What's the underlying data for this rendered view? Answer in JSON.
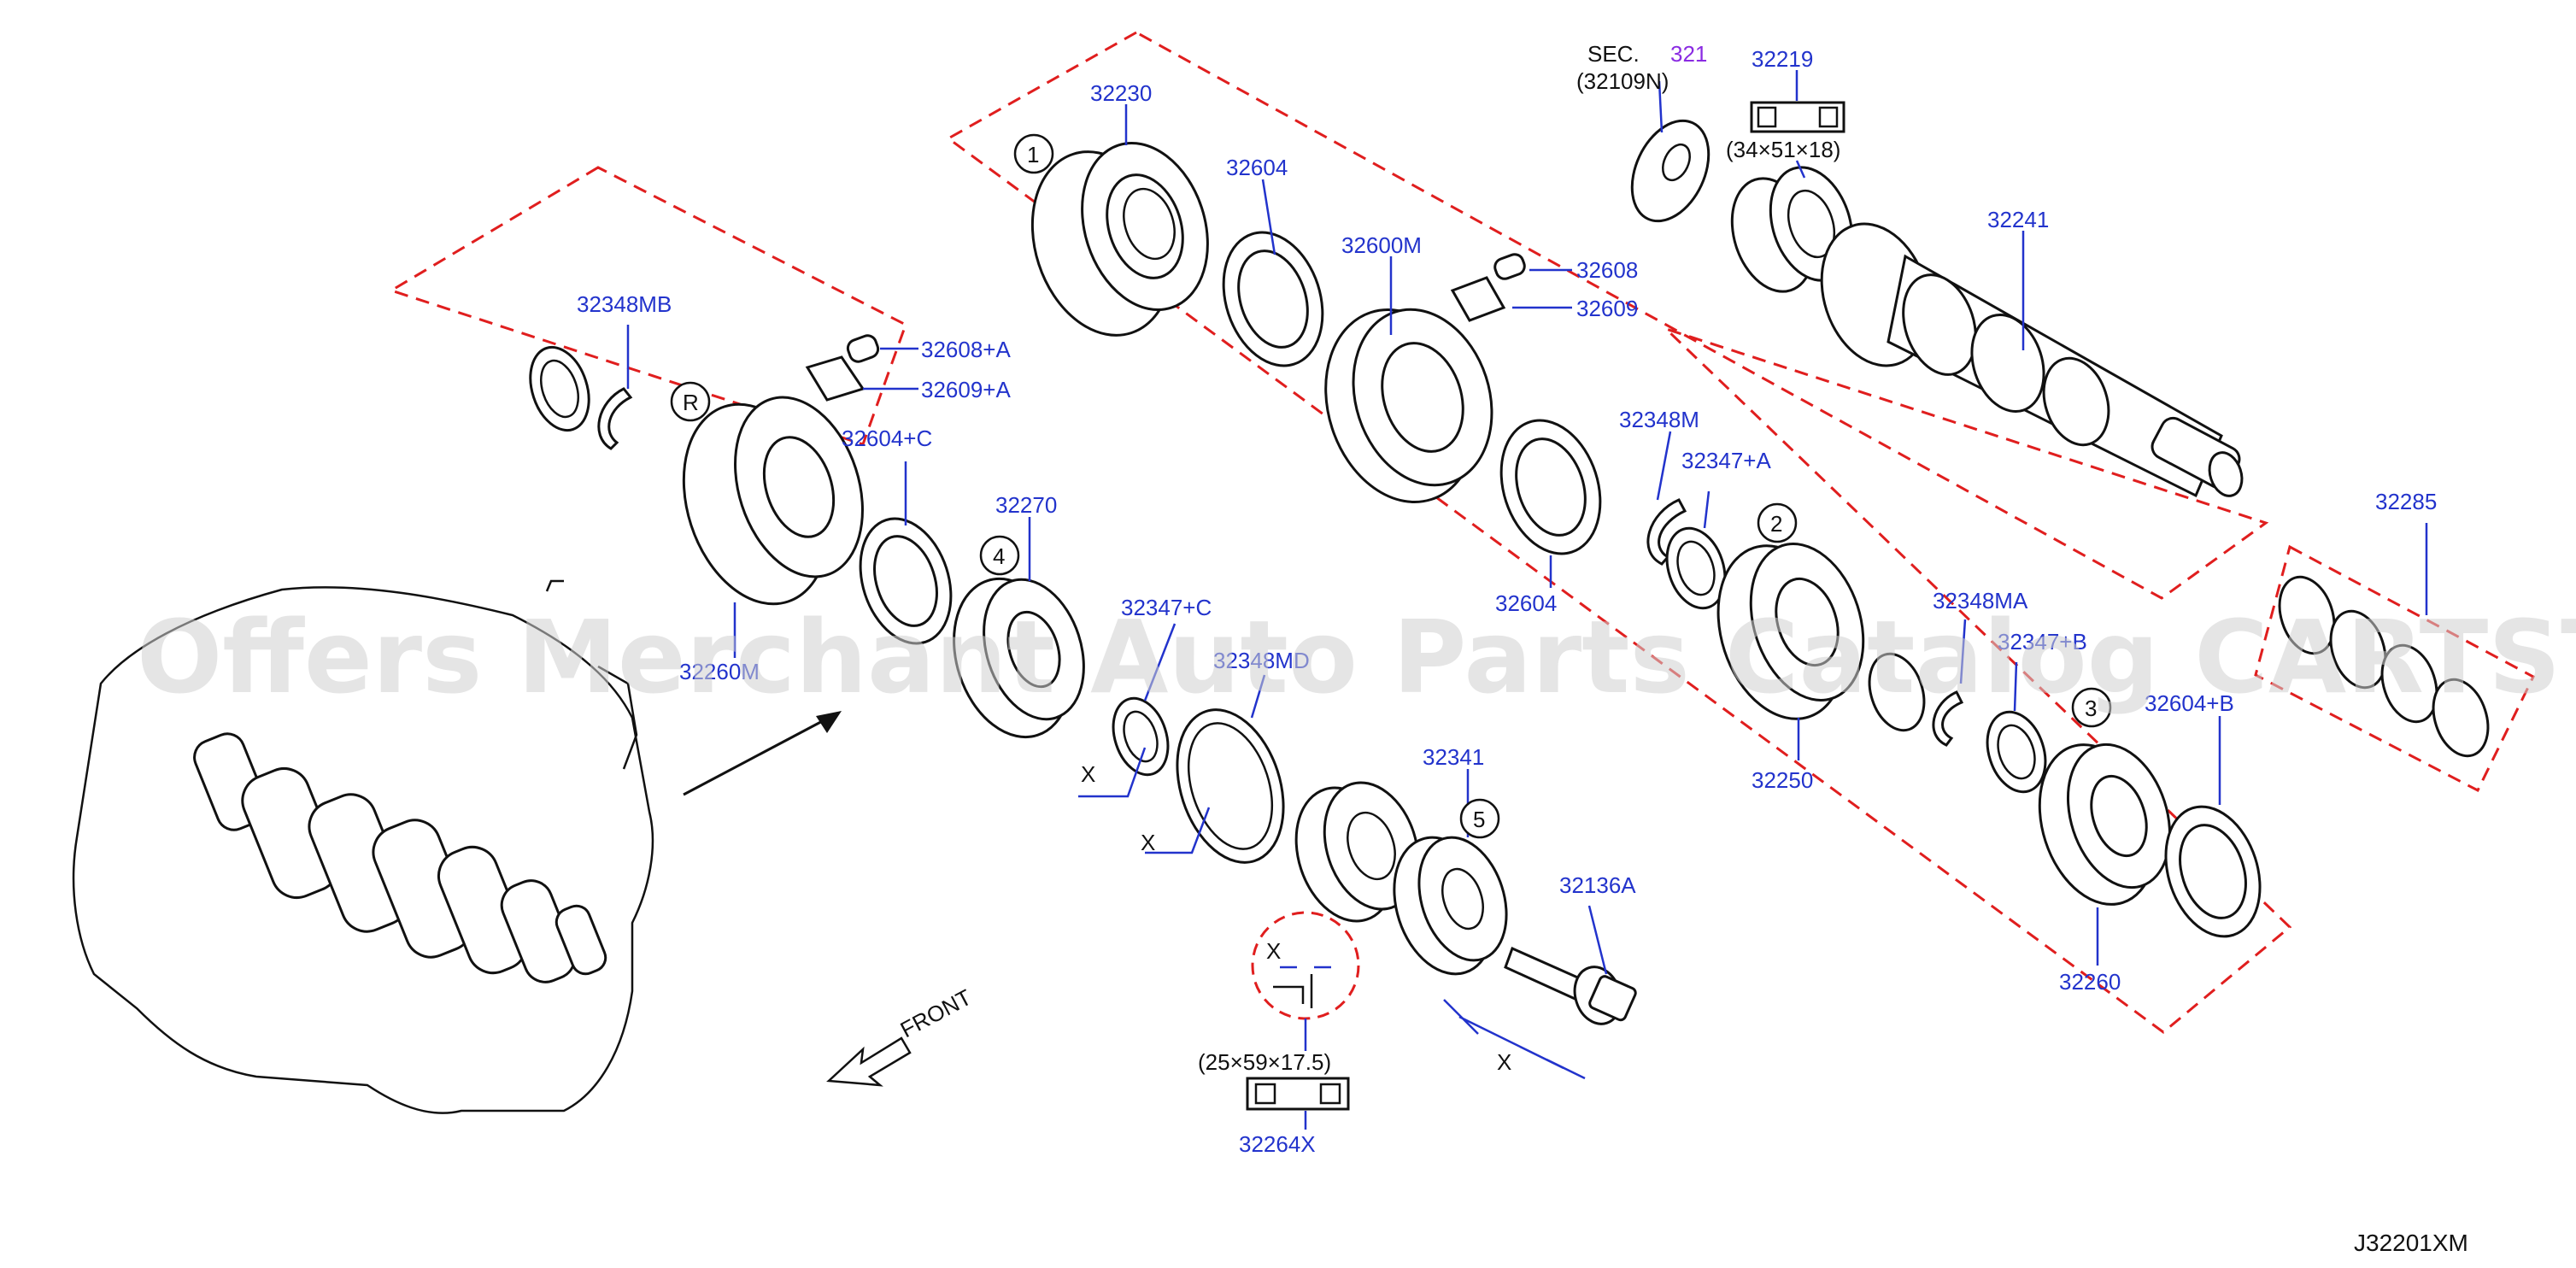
{
  "watermark": "Offers Merchant Auto Parts Catalog CARTSTORE.SA",
  "diagram_code": "J32201XM",
  "front_label": "FRONT",
  "section_ref": {
    "prefix": "SEC.",
    "number": "321",
    "sub": "(32109N)"
  },
  "dimensions": {
    "bearing_32219": "(34×51×18)",
    "bearing_32264X": "(25×59×17.5)",
    "x_mark": "X"
  },
  "callouts": {
    "c1": "1",
    "c2": "2",
    "c3": "3",
    "c4": "4",
    "c5": "5",
    "cR": "R"
  },
  "part_labels": {
    "p32230": "32230",
    "p32604_top": "32604",
    "p32600M": "32600M",
    "p32608": "32608",
    "p32609": "32609",
    "p32219": "32219",
    "p32241": "32241",
    "p32348MB": "32348MB",
    "p32608A": "32608+A",
    "p32609A": "32609+A",
    "p32604C": "32604+C",
    "p32270": "32270",
    "p32604_mid": "32604",
    "p32348M": "32348M",
    "p32347A": "32347+A",
    "p32285": "32285",
    "p32250": "32250",
    "p32348MA": "32348MA",
    "p32347B": "32347+B",
    "p32604B": "32604+B",
    "p32260": "32260",
    "p32347C": "32347+C",
    "p32348MD": "32348MD",
    "p32341": "32341",
    "p32136A": "32136A",
    "p32264X": "32264X",
    "p32260M": "32260M"
  }
}
